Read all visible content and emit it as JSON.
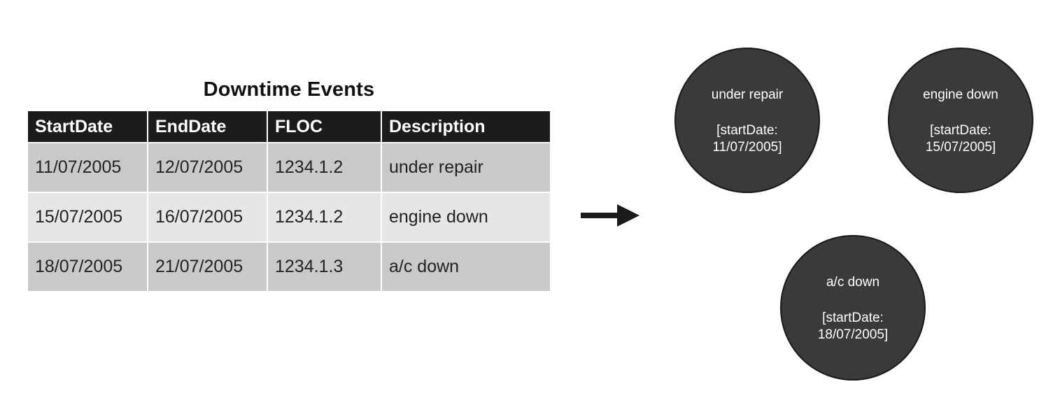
{
  "table": {
    "title": "Downtime Events",
    "columns": [
      "StartDate",
      "EndDate",
      "FLOC",
      "Description"
    ],
    "rows": [
      [
        "11/07/2005",
        "12/07/2005",
        "1234.1.2",
        "under repair"
      ],
      [
        "15/07/2005",
        "16/07/2005",
        "1234.1.2",
        "engine down"
      ],
      [
        "18/07/2005",
        "21/07/2005",
        "1234.1.3",
        "a/c down"
      ]
    ]
  },
  "arrow": {
    "icon": "right-arrow-icon"
  },
  "nodes": [
    {
      "title": "under repair",
      "date_line1": "[startDate:",
      "date_line2": "11/07/2005]"
    },
    {
      "title": "engine down",
      "date_line1": "[startDate:",
      "date_line2": "15/07/2005]"
    },
    {
      "title": "a/c down",
      "date_line1": "[startDate:",
      "date_line2": "18/07/2005]"
    }
  ],
  "colors": {
    "header_bg": "#1c1c1c",
    "row_odd_bg": "#c9c9c9",
    "row_even_bg": "#e6e6e6",
    "node_fill": "#3a3a3a"
  }
}
